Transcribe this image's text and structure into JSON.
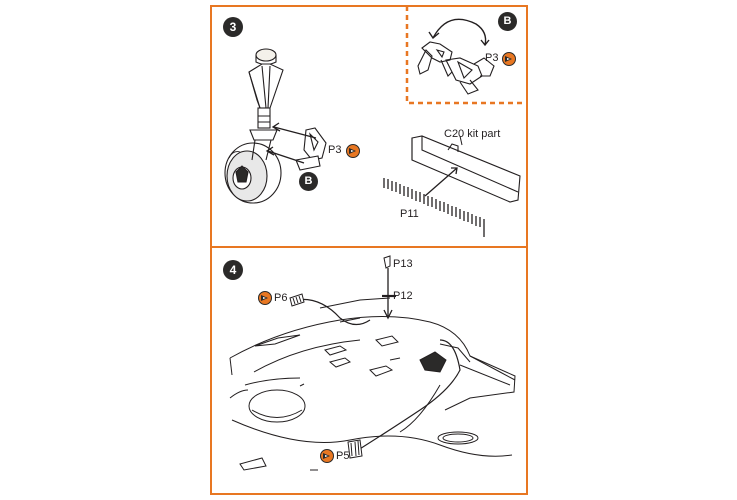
{
  "steps": {
    "three": "3",
    "four": "4"
  },
  "detail_badge": "B",
  "labels": {
    "p3_detail": "P3",
    "p3_main": "P3",
    "b_main": "B",
    "c20": "C20 kit part",
    "p11": "P11",
    "p13": "P13",
    "p12": "P12",
    "p6": "P6",
    "p5": "P5"
  },
  "colors": {
    "accent": "#e87722",
    "ink": "#2b2a29"
  },
  "icons": {
    "photo_etch": "photo-etch-icon"
  }
}
